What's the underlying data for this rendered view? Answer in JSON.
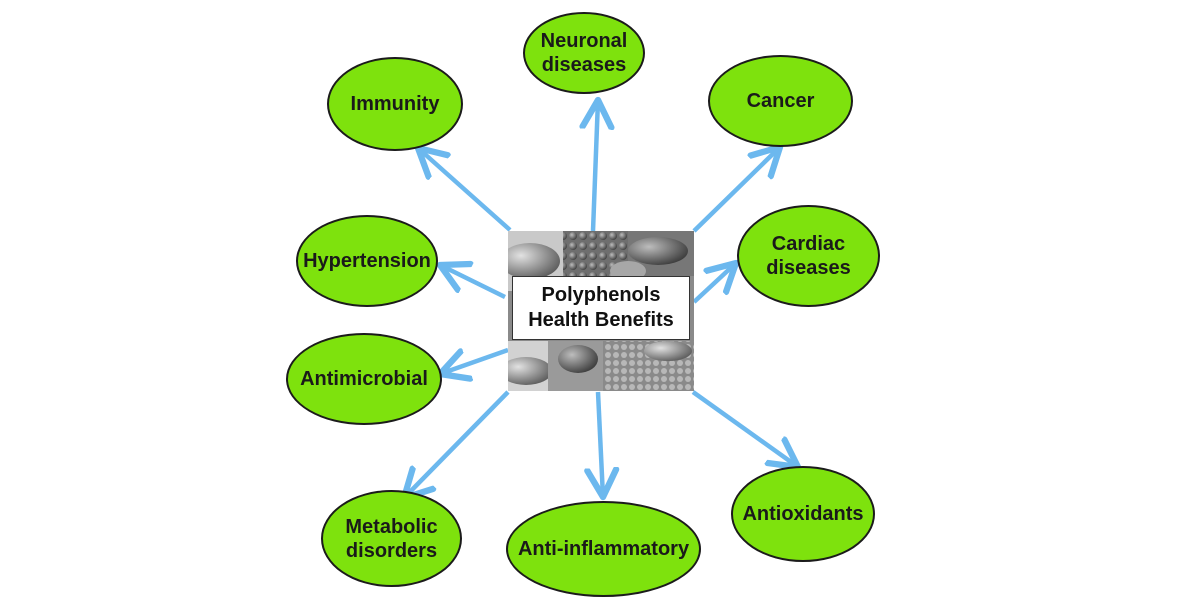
{
  "center": {
    "label": "Polyphenols\nHealth Benefits"
  },
  "benefits": [
    {
      "id": "neuronal-diseases",
      "label": "Neuronal\ndiseases"
    },
    {
      "id": "immunity",
      "label": "Immunity"
    },
    {
      "id": "cancer",
      "label": "Cancer"
    },
    {
      "id": "hypertension",
      "label": "Hypertension"
    },
    {
      "id": "cardiac-diseases",
      "label": "Cardiac\ndiseases"
    },
    {
      "id": "antimicrobial",
      "label": "Antimicrobial"
    },
    {
      "id": "metabolic-disorders",
      "label": "Metabolic\ndisorders"
    },
    {
      "id": "anti-inflammatory",
      "label": "Anti-inflammatory"
    },
    {
      "id": "antioxidants",
      "label": "Antioxidants"
    }
  ],
  "colors": {
    "node_fill": "#7ee20d",
    "node_border": "#1b1b1b",
    "arrow": "#6cb8ee",
    "label_box_bg": "#ffffff"
  }
}
